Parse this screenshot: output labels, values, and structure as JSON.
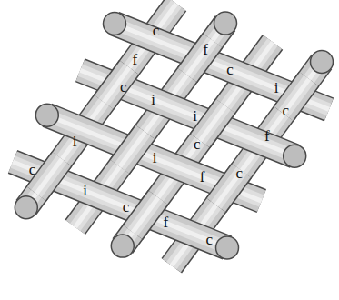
{
  "diagram": {
    "labels": [
      "c",
      "f",
      "c",
      "f",
      "c",
      "i",
      "i",
      "i",
      "c",
      "c",
      "f",
      "i",
      "c",
      "i",
      "f",
      "c",
      "i",
      "c",
      "f",
      "c"
    ]
  }
}
